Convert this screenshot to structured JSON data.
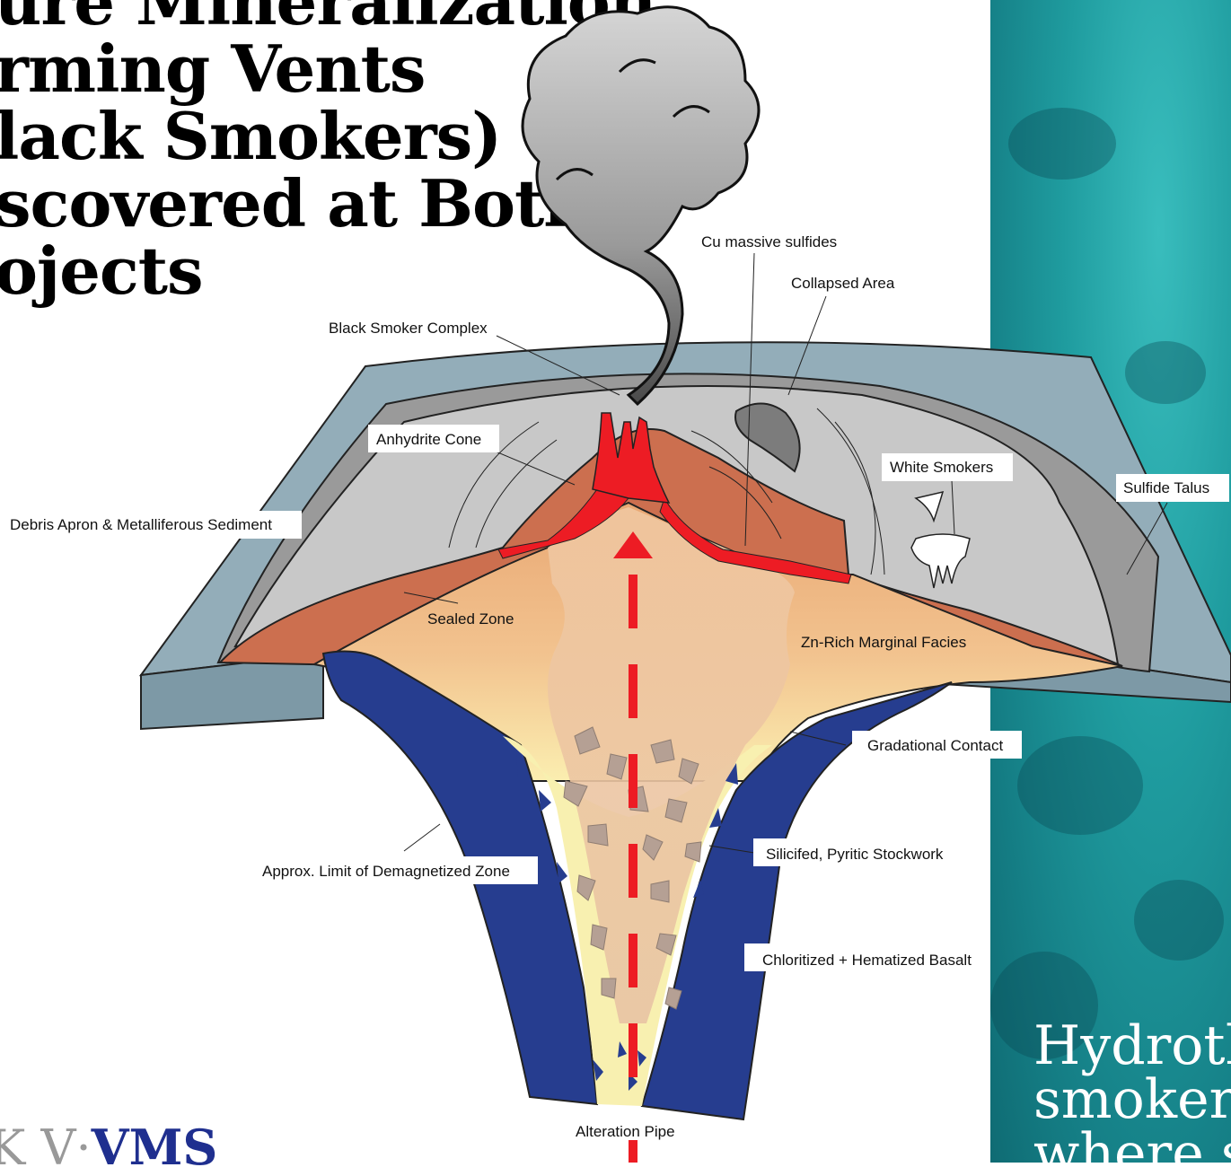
{
  "title": "ure Mineralization\nrming Vents\nlack Smokers)\nscovered at Both\nojects",
  "caption": "Hydroth\nsmoker\nwhere s",
  "logo": {
    "part1": "K V·",
    "part2": "VMS"
  },
  "labels": {
    "cu_massive_sulfides": "Cu massive sulfides",
    "collapsed_area": "Collapsed Area",
    "black_smoker_complex": "Black Smoker Complex",
    "anhydrite_cone": "Anhydrite Cone",
    "white_smokers": "White Smokers",
    "sulfide_talus": "Sulfide Talus",
    "debris_apron": "Debris Apron & Metalliferous Sediment",
    "sealed_zone": "Sealed Zone",
    "zn_rich": "Zn-Rich Marginal Facies",
    "gradational_contact": "Gradational Contact",
    "silicified": "Silicifed, Pyritic Stockwork",
    "demagnetized": "Approx. Limit of Demagnetized Zone",
    "chloritized": "Chloritized + Hematized Basalt",
    "alteration_pipe": "Alteration Pipe"
  },
  "colors": {
    "seafloor": "#93adb9",
    "mound": "#c8c8c8",
    "sulfide_layer": "#cc6f4f",
    "core": "#f0b98a",
    "basalt": "#263d8f",
    "vent_red": "#ed1c24",
    "stockwork": "#f8f0b0",
    "panel": "#1f9c9f"
  },
  "icons": {
    "smoke_plume": "smoke-plume-icon",
    "flow_arrow": "upflow-arrow-icon"
  }
}
